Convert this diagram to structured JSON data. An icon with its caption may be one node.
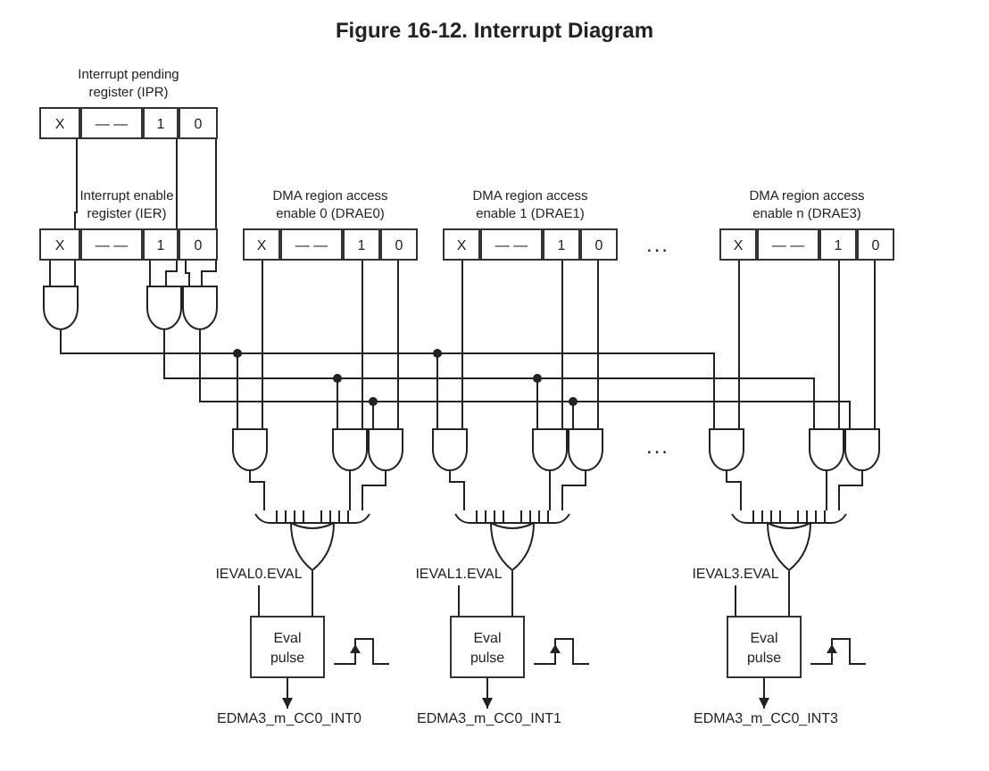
{
  "diagram": {
    "title": "Figure 16-12. Interrupt Diagram",
    "nodes": [
      {
        "text": [
          "Interrupt pending register (IPR)"
        ]
      },
      {
        "text": [
          "X"
        ],
        "in": 0
      },
      {
        "text": [
          "— —"
        ],
        "in": 0
      },
      {
        "text": [
          "1"
        ],
        "in": 0
      },
      {
        "text": [
          "0"
        ],
        "in": 0
      },
      {
        "text": [
          "Interrupt enable register (IER)"
        ]
      },
      {
        "text": [
          "X"
        ],
        "in": 5
      },
      {
        "text": [
          "— —"
        ],
        "in": 5
      },
      {
        "text": [
          "1"
        ],
        "in": 5
      },
      {
        "text": [
          "0"
        ],
        "in": 5
      },
      {
        "text": [
          "DMA region access enable 0 (DRAE0)"
        ]
      },
      {
        "text": [
          "X"
        ],
        "in": 10
      },
      {
        "text": [
          "— —"
        ],
        "in": 10
      },
      {
        "text": [
          "1"
        ],
        "in": 10
      },
      {
        "text": [
          "0"
        ],
        "in": 10
      },
      {
        "text": [
          "DMA region access enable 1 (DRAE1)"
        ]
      },
      {
        "text": [
          "X"
        ],
        "in": 15
      },
      {
        "text": [
          "— —"
        ],
        "in": 15
      },
      {
        "text": [
          "1"
        ],
        "in": 15
      },
      {
        "text": [
          "0"
        ],
        "in": 15
      },
      {
        "text": [
          "DMA region access enable n (DRAE3)"
        ]
      },
      {
        "text": [
          "X"
        ],
        "in": 20
      },
      {
        "text": [
          "— —"
        ],
        "in": 20
      },
      {
        "text": [
          "1"
        ],
        "in": 20
      },
      {
        "text": [
          "0"
        ],
        "in": 20
      },
      {
        "text": [],
        "shape": "gate"
      },
      {
        "text": [],
        "shape": "gate"
      },
      {
        "text": [],
        "shape": "gate"
      },
      {
        "text": [],
        "shape": "gate"
      },
      {
        "text": [],
        "shape": "gate"
      },
      {
        "text": [],
        "shape": "gate"
      },
      {
        "text": [],
        "shape": "gate"
      },
      {
        "text": [
          "IEVAL0.EVAL"
        ]
      },
      {
        "text": [
          "Eval pulse"
        ]
      },
      {
        "text": [
          "EDMA3_m_CC0_INT0"
        ]
      },
      {
        "text": [],
        "shape": "gate"
      },
      {
        "text": [],
        "shape": "gate"
      },
      {
        "text": [],
        "shape": "gate"
      },
      {
        "text": [],
        "shape": "gate"
      },
      {
        "text": [
          "IEVAL1.EVAL"
        ]
      },
      {
        "text": [
          "Eval pulse"
        ]
      },
      {
        "text": [
          "EDMA3_m_CC0_INT1"
        ]
      },
      {
        "text": [],
        "shape": "gate"
      },
      {
        "text": [],
        "shape": "gate"
      },
      {
        "text": [],
        "shape": "gate"
      },
      {
        "text": [],
        "shape": "gate"
      },
      {
        "text": [
          "IEVAL3.EVAL"
        ]
      },
      {
        "text": [
          "Eval pulse"
        ]
      },
      {
        "text": [
          "EDMA3_m_CC0_INT3"
        ]
      }
    ],
    "edges": [
      {
        "from": 1,
        "to": 25,
        "arrow": "none"
      },
      {
        "from": 6,
        "to": 25,
        "arrow": "none"
      },
      {
        "from": 3,
        "to": 26,
        "arrow": "none"
      },
      {
        "from": 8,
        "to": 26,
        "arrow": "none"
      },
      {
        "from": 4,
        "to": 27,
        "arrow": "none"
      },
      {
        "from": 9,
        "to": 27,
        "arrow": "none"
      },
      {
        "from": 25,
        "to": 28,
        "arrow": "none"
      },
      {
        "from": 26,
        "to": 29,
        "arrow": "none"
      },
      {
        "from": 27,
        "to": 30,
        "arrow": "none"
      },
      {
        "from": 25,
        "to": 35,
        "arrow": "none"
      },
      {
        "from": 26,
        "to": 36,
        "arrow": "none"
      },
      {
        "from": 27,
        "to": 37,
        "arrow": "none"
      },
      {
        "from": 25,
        "to": 42,
        "arrow": "none"
      },
      {
        "from": 26,
        "to": 43,
        "arrow": "none"
      },
      {
        "from": 27,
        "to": 44,
        "arrow": "none"
      },
      {
        "from": 11,
        "to": 28,
        "arrow": "none"
      },
      {
        "from": 13,
        "to": 29,
        "arrow": "none"
      },
      {
        "from": 14,
        "to": 30,
        "arrow": "none"
      },
      {
        "from": 16,
        "to": 35,
        "arrow": "none"
      },
      {
        "from": 18,
        "to": 36,
        "arrow": "none"
      },
      {
        "from": 19,
        "to": 37,
        "arrow": "none"
      },
      {
        "from": 21,
        "to": 42,
        "arrow": "none"
      },
      {
        "from": 23,
        "to": 43,
        "arrow": "none"
      },
      {
        "from": 24,
        "to": 44,
        "arrow": "none"
      },
      {
        "from": 28,
        "to": 31,
        "arrow": "none"
      },
      {
        "from": 29,
        "to": 31,
        "arrow": "none"
      },
      {
        "from": 30,
        "to": 31,
        "arrow": "none"
      },
      {
        "from": 35,
        "to": 38,
        "arrow": "none"
      },
      {
        "from": 36,
        "to": 38,
        "arrow": "none"
      },
      {
        "from": 37,
        "to": 38,
        "arrow": "none"
      },
      {
        "from": 42,
        "to": 45,
        "arrow": "none"
      },
      {
        "from": 43,
        "to": 45,
        "arrow": "none"
      },
      {
        "from": 44,
        "to": 45,
        "arrow": "none"
      },
      {
        "from": 31,
        "to": 33,
        "arrow": "none"
      },
      {
        "from": 38,
        "to": 40,
        "arrow": "none"
      },
      {
        "from": 45,
        "to": 47,
        "arrow": "none"
      },
      {
        "from": 32,
        "to": 33,
        "arrow": "none"
      },
      {
        "from": 39,
        "to": 40,
        "arrow": "none"
      },
      {
        "from": 46,
        "to": 47,
        "arrow": "none"
      },
      {
        "from": 33,
        "to": 34,
        "arrow": "to"
      },
      {
        "from": 40,
        "to": 41,
        "arrow": "to"
      },
      {
        "from": 47,
        "to": 48,
        "arrow": "to"
      }
    ],
    "labels": [
      "...",
      "..."
    ]
  }
}
